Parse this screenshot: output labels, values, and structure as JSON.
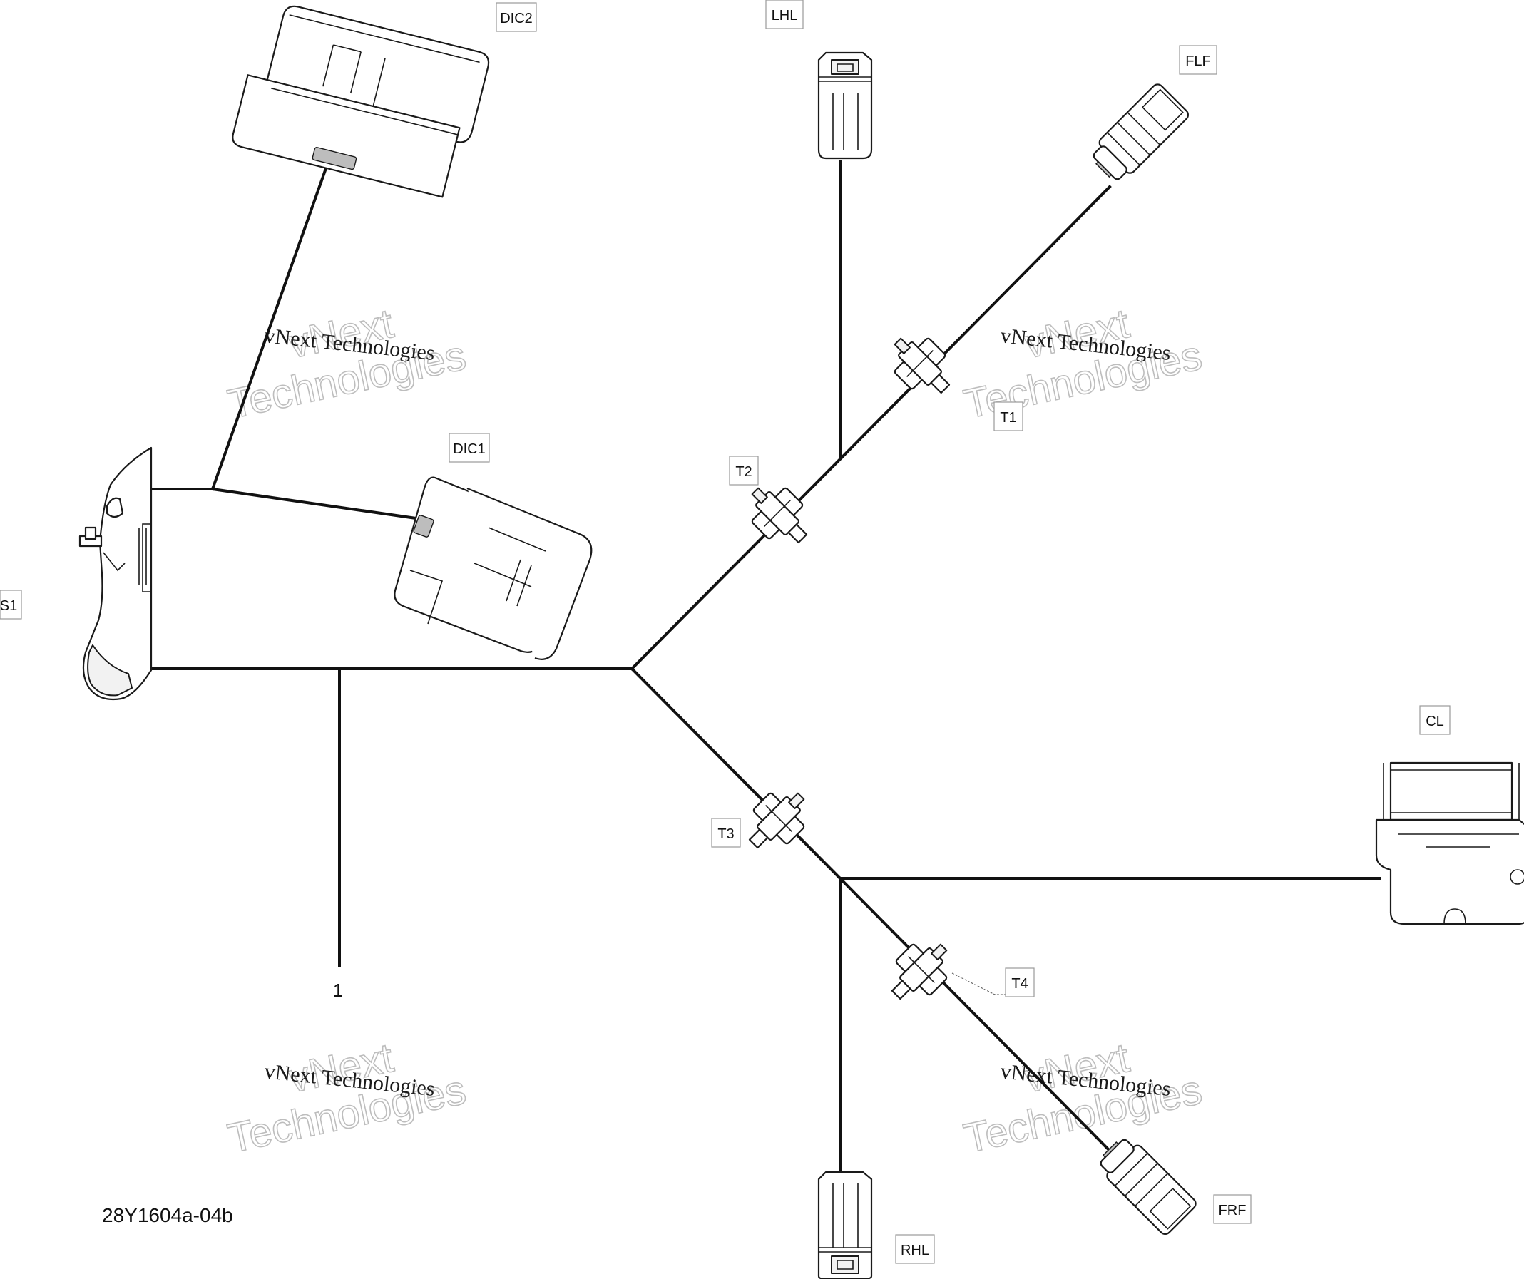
{
  "labels": {
    "dic2": "DIC2",
    "lhl": "LHL",
    "flf": "FLF",
    "dic1": "DIC1",
    "t1": "T1",
    "t2": "T2",
    "s1": "S1",
    "cl": "CL",
    "t3": "T3",
    "t4": "T4",
    "frf": "FRF",
    "rhl": "RHL"
  },
  "callout_1": "1",
  "reference": "28Y1604a-04b",
  "watermark": {
    "line1": "vNext Technologies",
    "line2a": "vNext",
    "line2b": "Technologies"
  }
}
